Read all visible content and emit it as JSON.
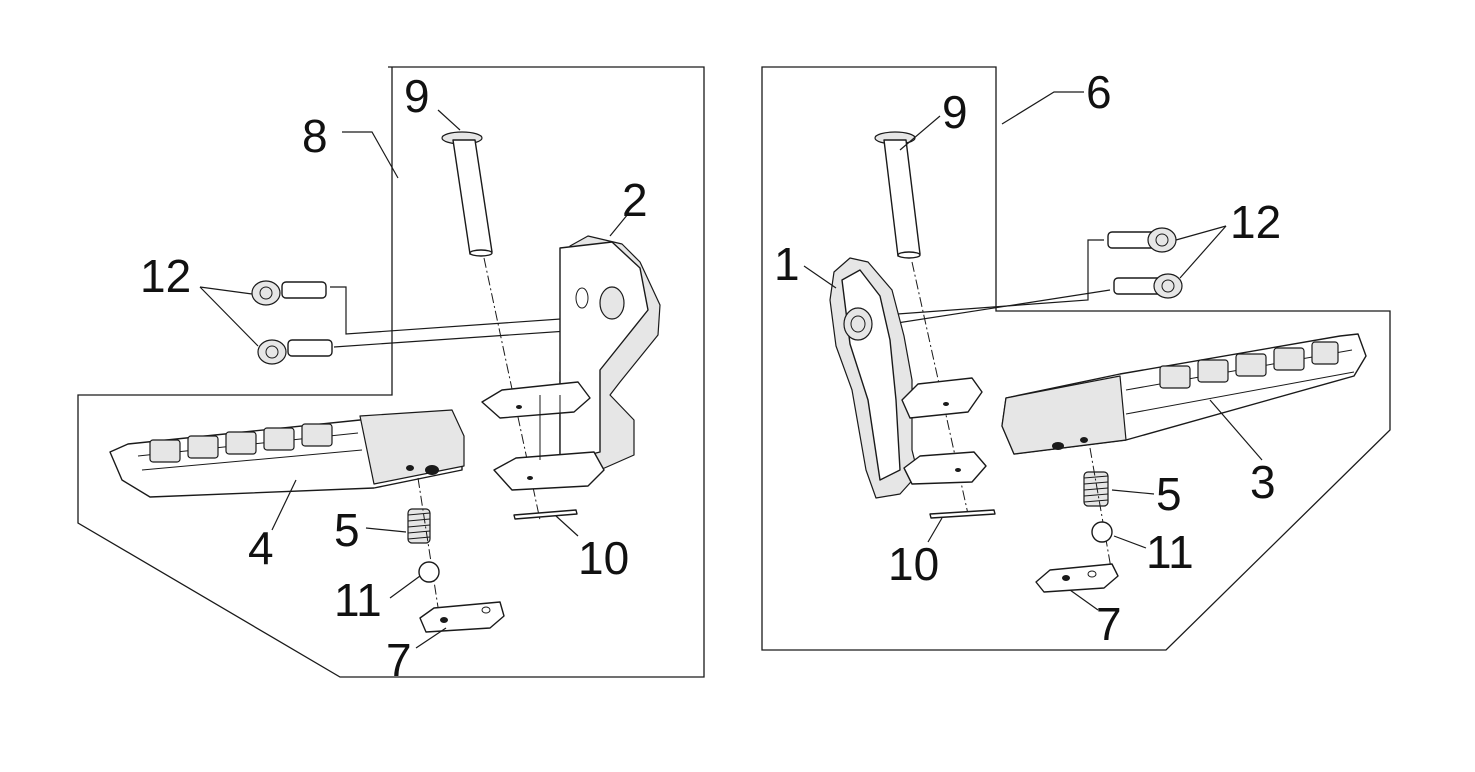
{
  "callouts": {
    "left": {
      "n8": "8",
      "n9": "9",
      "n2": "2",
      "n12": "12",
      "n4": "4",
      "n5": "5",
      "n10": "10",
      "n11": "11",
      "n7": "7"
    },
    "right": {
      "n9": "9",
      "n6": "6",
      "n1": "1",
      "n12": "12",
      "n3": "3",
      "n5": "5",
      "n11": "11",
      "n10": "10",
      "n7": "7"
    }
  }
}
